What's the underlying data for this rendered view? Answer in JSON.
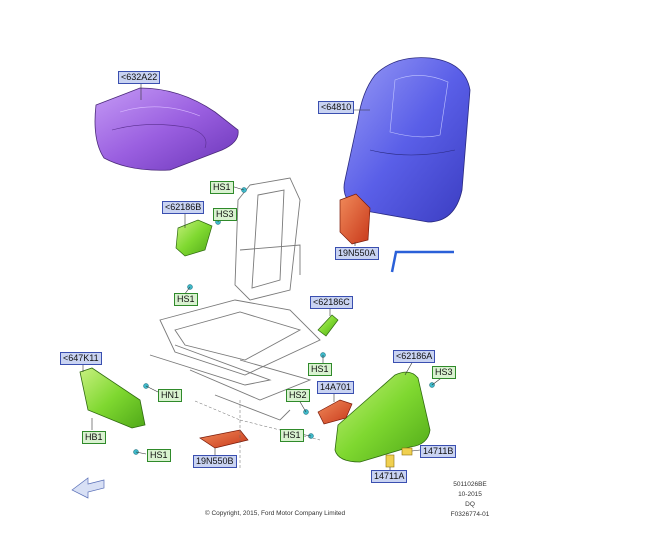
{
  "labels": {
    "seat_cushion_pad": "<632A22",
    "seatback_pad": "<64810",
    "trim_left_upper": "<62186B",
    "trim_inner": "<62186C",
    "trim_outer": "<62186A",
    "side_shield": "<647K11",
    "heater_module": "19N550A",
    "heater_lower": "19N550B",
    "motor_14a701": "14A701",
    "switch_14711a": "14711A",
    "switch_14711b": "14711B",
    "hs1_top": "HS1",
    "hs3_left": "HS3",
    "hs1_left": "HS1",
    "hs1_mid": "HS1",
    "hn1": "HN1",
    "hb1": "HB1",
    "hs1_bottom": "HS1",
    "hs2": "HS2",
    "hs1_right": "HS1",
    "hs3_right": "HS3"
  },
  "footer": {
    "copyright": "© Copyright, 2015, Ford Motor Company Limited",
    "doc_code": "5011026BE",
    "date": "10-2015",
    "region": "DQ",
    "figure_id": "F0326774-01"
  },
  "colors": {
    "cushion_purple": "#9a5fe0",
    "back_blue": "#5a5fe8",
    "part_green": "#7fd830",
    "part_orange": "#e0502a",
    "label_blue_fill": "#c9d3f2",
    "label_green_fill": "#d9f2d0",
    "callout_arrow": "#2a60d8"
  }
}
